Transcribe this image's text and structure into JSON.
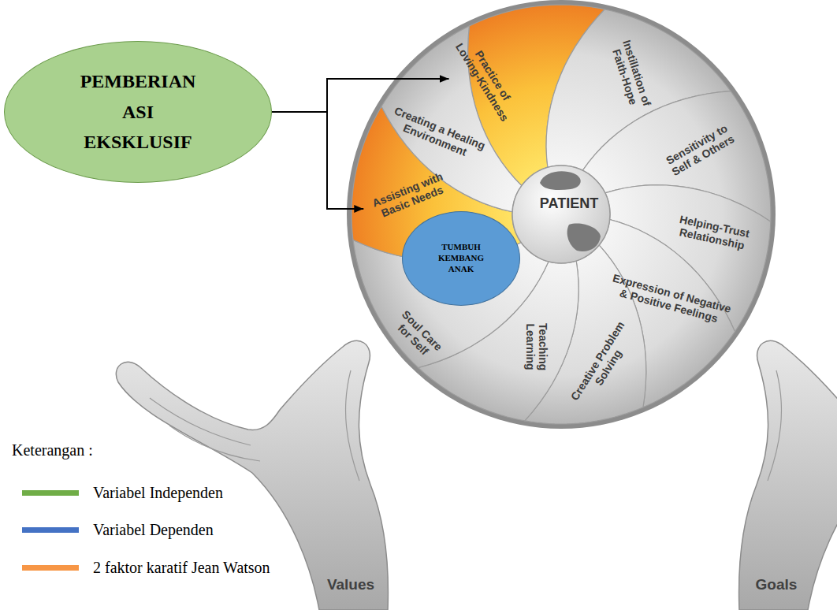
{
  "diagram": {
    "nodes": [
      {
        "text": [
          "PEMBERIAN ASI EKSKLUSIF"
        ]
      },
      {
        "text": [
          "Practice of Loving-Kindness"
        ]
      },
      {
        "text": [
          "Instillation of Faith-Hope"
        ]
      },
      {
        "text": [
          "Sensitivity to Self & Others"
        ]
      },
      {
        "text": [
          "Helping-Trust Relationship"
        ]
      },
      {
        "text": [
          "Expression of Negative & Positive Feelings"
        ]
      },
      {
        "text": [
          "Creative Problem Solving"
        ]
      },
      {
        "text": [
          "Teaching Learning"
        ]
      },
      {
        "text": [
          "Soul Care for Self"
        ]
      },
      {
        "text": [
          "Assisting with Basic Needs"
        ]
      },
      {
        "text": [
          "Creating a Healing Environment"
        ]
      },
      {
        "text": [
          "TUMBUH KEMBANG ANAK"
        ]
      }
    ],
    "edges": [
      {
        "from": 0,
        "to": 1,
        "arrow": "to"
      },
      {
        "from": 0,
        "to": 9,
        "arrow": "to"
      }
    ],
    "labels": [
      "PATIENT",
      "Values",
      "Goals",
      "Keterangan :"
    ],
    "legend": [
      {
        "text": "Variabel Independen",
        "color": "#70ad47"
      },
      {
        "text": "Variabel Dependen",
        "color": "#4472c4"
      },
      {
        "text": "2 faktor karatif Jean Watson",
        "color": "#f79646"
      }
    ]
  }
}
